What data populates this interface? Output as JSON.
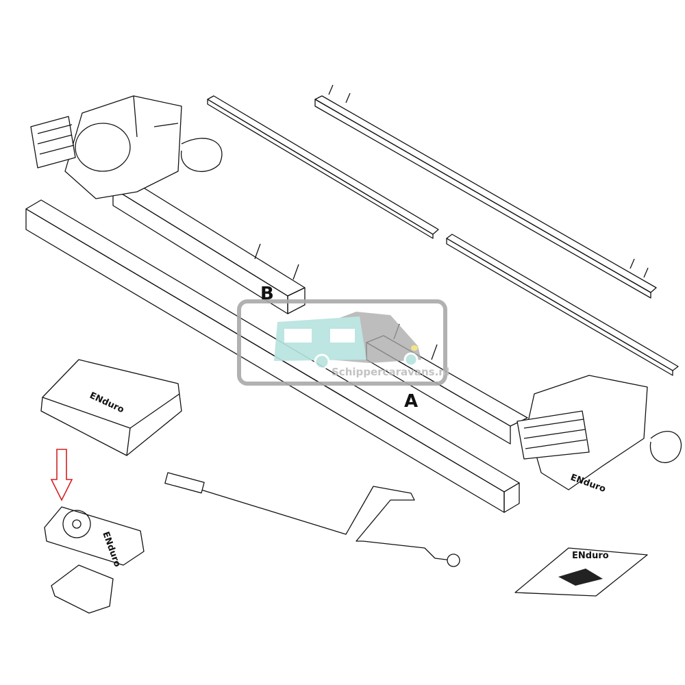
{
  "diagram": {
    "labels": {
      "part_a": "A",
      "part_b": "B"
    },
    "brand_logo": "ENduro",
    "watermark": "Schippercaravans.nl",
    "highlight_arrow_color": "#d42020",
    "watermark_colors": {
      "caravan": "#b6e3df",
      "camper": "#a9a9a9",
      "frame": "#a9a9a9"
    }
  }
}
